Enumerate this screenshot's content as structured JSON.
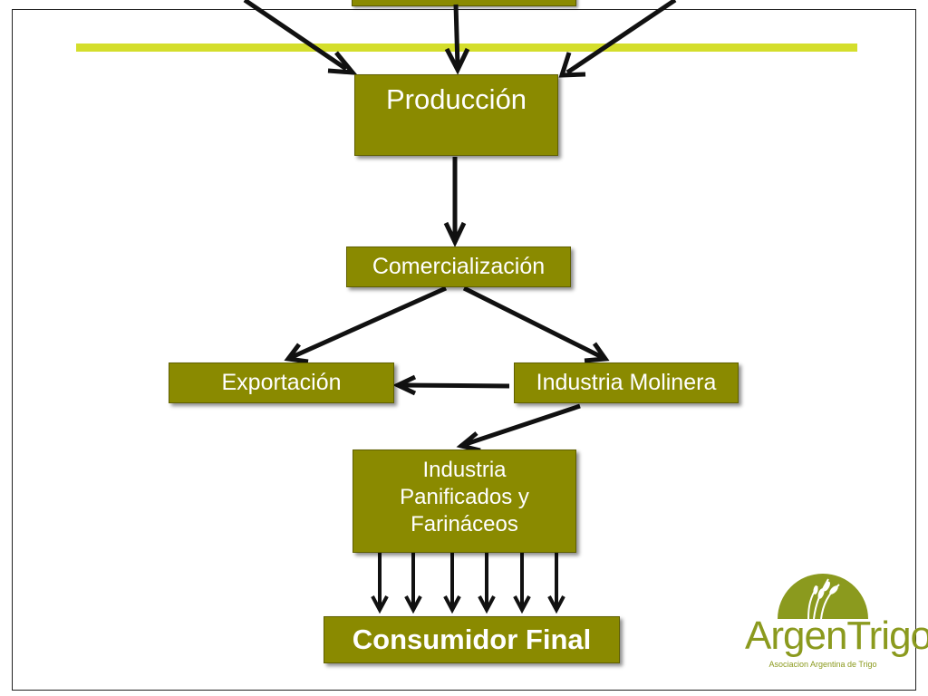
{
  "diagram": {
    "nodes": {
      "produccion": "Producción",
      "comercializacion": "Comercialización",
      "exportacion": "Exportación",
      "industria_molinera": "Industria Molinera",
      "industria_panificados": "Industria\nPanificados y\nFarináceos",
      "consumidor_final": "Consumidor Final"
    },
    "edges": [
      [
        "top",
        "produccion"
      ],
      [
        "produccion",
        "comercializacion"
      ],
      [
        "comercializacion",
        "exportacion"
      ],
      [
        "comercializacion",
        "industria_molinera"
      ],
      [
        "industria_molinera",
        "exportacion"
      ],
      [
        "industria_molinera",
        "industria_panificados"
      ],
      [
        "industria_panificados",
        "consumidor_final"
      ]
    ],
    "colors": {
      "box_fill": "#8a8a00",
      "accent_rule": "#d4de2c",
      "arrow": "#111111"
    }
  },
  "logo": {
    "name": "ArgenTrigo",
    "tagline": "Asociacion Argentina de Trigo",
    "color": "#8b9a1e"
  }
}
